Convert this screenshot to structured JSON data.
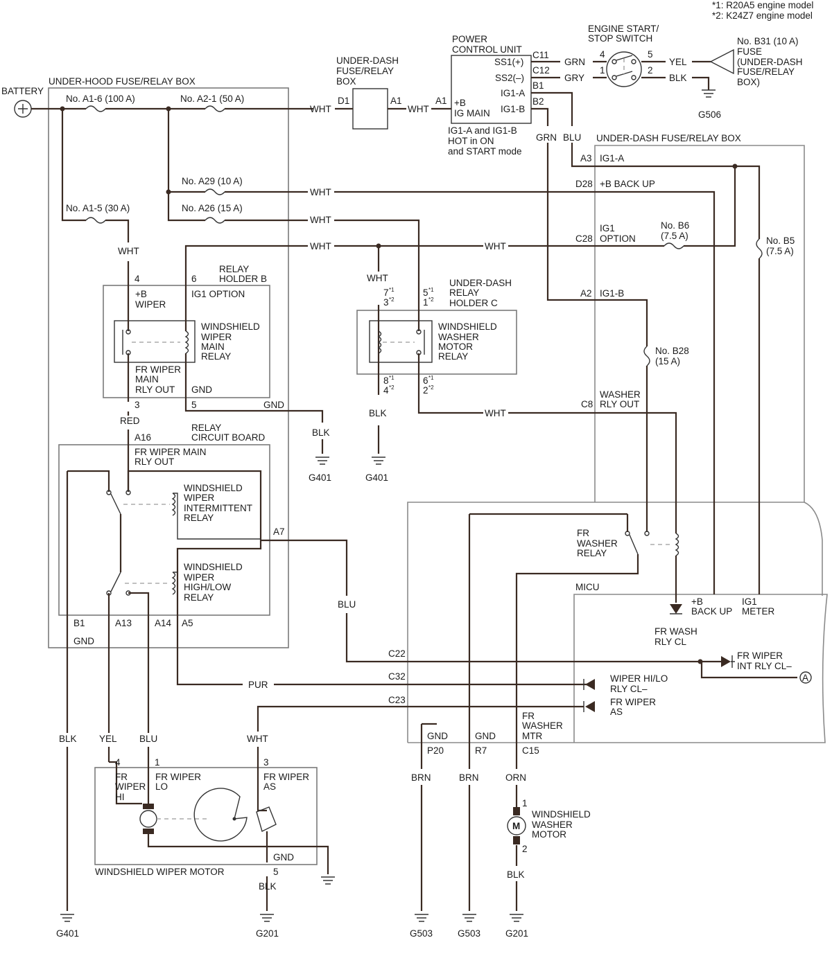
{
  "notes": {
    "n1": "*1:  R20A5 engine model",
    "n2": "*2:  K24Z7 engine model"
  },
  "battery": {
    "label": "BATTERY"
  },
  "uh_box": {
    "title": "UNDER-HOOD FUSE/RELAY BOX",
    "f_a16": "No. A1-6 (100 A)",
    "f_a21": "No. A2-1 (50 A)",
    "f_a29": "No. A29 (10 A)",
    "f_a15": "No. A1-5 (30 A)",
    "f_a26": "No. A26 (15 A)"
  },
  "ud_box1": {
    "title1": "UNDER-DASH",
    "title2": "FUSE/RELAY",
    "title3": "BOX",
    "d1": "D1",
    "a1": "A1"
  },
  "pcu": {
    "title1": "POWER",
    "title2": "CONTROL UNIT",
    "ss1": "SS1(+)",
    "ss2": "SS2(–)",
    "ig1a": "IG1-A",
    "ig1b": "IG1-B",
    "b_pos": "+B",
    "igmain": "IG MAIN",
    "a1": "A1",
    "c11": "C11",
    "c12": "C12",
    "b1": "B1",
    "b2": "B2",
    "hot1": "IG1-A and IG1-B",
    "hot2": "HOT in ON",
    "hot3": "and START mode"
  },
  "switch": {
    "title1": "ENGINE START/",
    "title2": "STOP SWITCH",
    "p4": "4",
    "p5": "5",
    "p1": "1",
    "p2": "2"
  },
  "fuse_b31": {
    "l1": "No. B31 (10 A)",
    "l2": "FUSE",
    "l3": "(UNDER-DASH",
    "l4": "FUSE/RELAY",
    "l5": "BOX)"
  },
  "grounds": {
    "g506": "G506",
    "g401": "G401",
    "g201": "G201",
    "g503": "G503"
  },
  "ud_box2": {
    "title": "UNDER-DASH FUSE/RELAY BOX",
    "a3": "A3",
    "ig1a": "IG1-A",
    "d28": "D28",
    "backup": "+B BACK UP",
    "c28": "C28",
    "ig1": "IG1",
    "option": "OPTION",
    "a2": "A2",
    "ig1b": "IG1-B",
    "b6a": "No. B6",
    "b6b": "(7.5 A)",
    "b5a": "No. B5",
    "b5b": "(7.5 A)",
    "b28a": "No. B28",
    "b28b": "(15 A)",
    "c8": "C8",
    "washer1": "WASHER",
    "washer2": "RLY OUT"
  },
  "wires": {
    "wht": "WHT",
    "grn": "GRN",
    "gry": "GRY",
    "yel": "YEL",
    "blk": "BLK",
    "blu": "BLU",
    "red": "RED",
    "pur": "PUR",
    "brn": "BRN",
    "orn": "ORN"
  },
  "relay_b": {
    "t1": "RELAY",
    "t2": "HOLDER B",
    "p4": "4",
    "p6": "6",
    "bwiper1": "+B",
    "bwiper2": "WIPER",
    "igopt": "IG1 OPTION",
    "n1": "WINDSHIELD",
    "n2": "WIPER",
    "n3": "MAIN",
    "n4": "RELAY",
    "o1": "FR WIPER",
    "o2": "MAIN",
    "o3": "RLY OUT",
    "gnd": "GND",
    "p3": "3",
    "p5": "5",
    "gnd2": "GND"
  },
  "relay_c": {
    "t1": "UNDER-DASH",
    "t2": "RELAY",
    "t3": "HOLDER C",
    "p7": "7",
    "p3": "3",
    "p5": "5",
    "p1": "1",
    "p8": "8",
    "p4": "4",
    "p6": "6",
    "p2": "2",
    "s1": "*1",
    "s2": "*2",
    "n1": "WINDSHIELD",
    "n2": "WASHER",
    "n3": "MOTOR",
    "n4": "RELAY"
  },
  "rcb": {
    "t1": "RELAY",
    "t2": "CIRCUIT BOARD",
    "a16": "A16",
    "out1": "FR WIPER MAIN",
    "out2": "RLY OUT",
    "i1": "WINDSHIELD",
    "i2": "WIPER",
    "i3": "INTERMITTENT",
    "i4": "RELAY",
    "h1": "WINDSHIELD",
    "h2": "WIPER",
    "h3": "HIGH/LOW",
    "h4": "RELAY",
    "a7": "A7",
    "b1": "B1",
    "a13": "A13",
    "a14": "A14",
    "a5": "A5",
    "gnd": "GND"
  },
  "fr_washer": {
    "l1": "FR",
    "l2": "WASHER",
    "l3": "RELAY"
  },
  "micu": {
    "title": "MICU",
    "bb1": "+B",
    "bb2": "BACK UP",
    "ig1": "IG1",
    "meter": "METER",
    "wash1": "FR WASH",
    "wash2": "RLY CL",
    "int1": "FR WIPER",
    "int2": "INT RLY CL–",
    "hilo1": "WIPER HI/LO",
    "hilo2": "RLY CL–",
    "as1": "FR WIPER",
    "as2": "AS",
    "mtr1": "FR",
    "mtr2": "WASHER",
    "mtr3": "MTR",
    "gnd": "GND",
    "p20": "P20",
    "r7": "R7",
    "c15": "C15",
    "c22": "C22",
    "c32": "C32",
    "c23": "C23",
    "conn": "A"
  },
  "motor": {
    "title": "WINDSHIELD WIPER MOTOR",
    "p4": "4",
    "p1": "1",
    "p3": "3",
    "p5": "5",
    "hi1": "FR",
    "hi2": "WIPER",
    "hi3": "HI",
    "lo1": "FR WIPER",
    "lo2": "LO",
    "as1": "FR WIPER",
    "as2": "AS",
    "gnd": "GND"
  },
  "washer_motor": {
    "p1": "1",
    "p2": "2",
    "m": "M",
    "n1": "WINDSHIELD",
    "n2": "WASHER",
    "n3": "MOTOR"
  }
}
